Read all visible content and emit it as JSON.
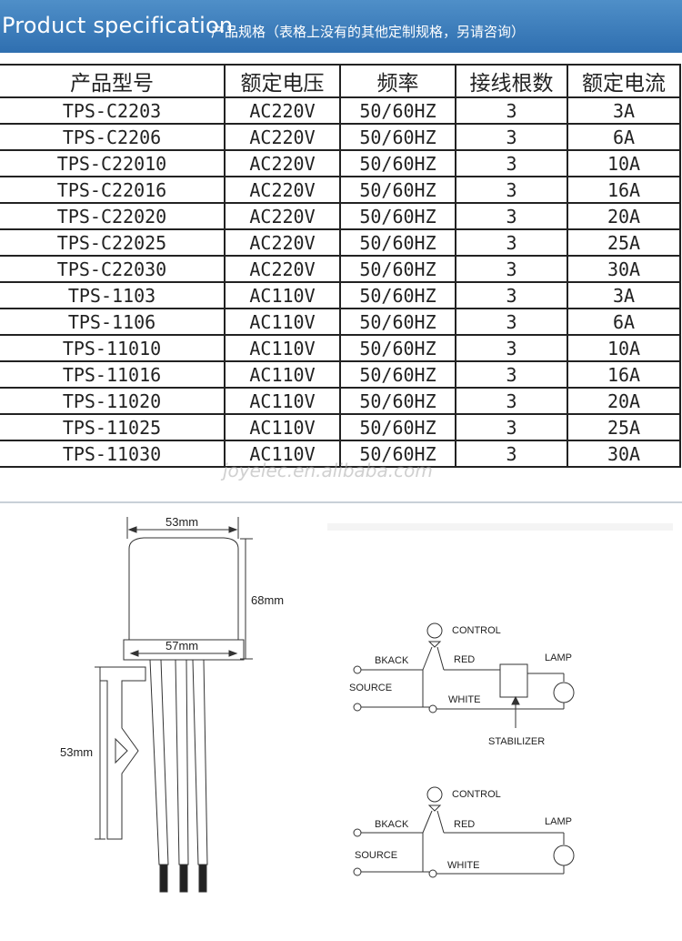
{
  "header": {
    "title_en": "Product specification",
    "title_cn": "产品规格（表格上没有的其他定制规格，另请咨询）"
  },
  "table": {
    "columns": [
      "产品型号",
      "额定电压",
      "频率",
      "接线根数",
      "额定电流"
    ],
    "rows": [
      [
        "TPS-C2203",
        "AC220V",
        "50/60HZ",
        "3",
        "3A"
      ],
      [
        "TPS-C2206",
        "AC220V",
        "50/60HZ",
        "3",
        "6A"
      ],
      [
        "TPS-C22010",
        "AC220V",
        "50/60HZ",
        "3",
        "10A"
      ],
      [
        "TPS-C22016",
        "AC220V",
        "50/60HZ",
        "3",
        "16A"
      ],
      [
        "TPS-C22020",
        "AC220V",
        "50/60HZ",
        "3",
        "20A"
      ],
      [
        "TPS-C22025",
        "AC220V",
        "50/60HZ",
        "3",
        "25A"
      ],
      [
        "TPS-C22030",
        "AC220V",
        "50/60HZ",
        "3",
        "30A"
      ],
      [
        "TPS-1103",
        "AC110V",
        "50/60HZ",
        "3",
        "3A"
      ],
      [
        "TPS-1106",
        "AC110V",
        "50/60HZ",
        "3",
        "6A"
      ],
      [
        "TPS-11010",
        "AC110V",
        "50/60HZ",
        "3",
        "10A"
      ],
      [
        "TPS-11016",
        "AC110V",
        "50/60HZ",
        "3",
        "16A"
      ],
      [
        "TPS-11020",
        "AC110V",
        "50/60HZ",
        "3",
        "20A"
      ],
      [
        "TPS-11025",
        "AC110V",
        "50/60HZ",
        "3",
        "25A"
      ],
      [
        "TPS-11030",
        "AC110V",
        "50/60HZ",
        "3",
        "30A"
      ]
    ]
  },
  "watermark": "joyelec.en.alibaba.com",
  "dimensions": {
    "top_width": "53mm",
    "height": "68mm",
    "base_width": "57mm",
    "bracket_height": "53mm"
  },
  "wiring_top": {
    "control": "CONTROL",
    "black": "BKACK",
    "red": "RED",
    "source": "SOURCE",
    "white": "WHITE",
    "lamp": "LAMP",
    "stabilizer": "STABILIZER"
  },
  "wiring_bottom": {
    "control": "CONTROL",
    "black": "BKACK",
    "red": "RED",
    "source": "SOURCE",
    "white": "WHITE",
    "lamp": "LAMP"
  }
}
